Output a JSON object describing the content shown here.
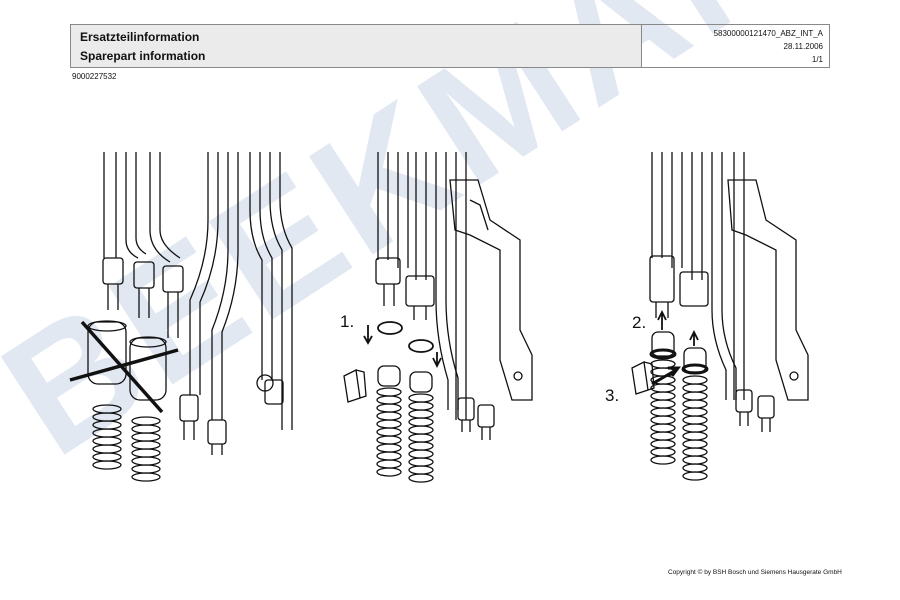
{
  "header": {
    "title_de": "Ersatzteilinformation",
    "title_en": "Sparepart information",
    "doc_id": "58300000121470_ABZ_INT_A",
    "date": "28.11.2006",
    "page": "1/1"
  },
  "part_number": "9000227532",
  "watermark": "BEEKMAN",
  "steps": [
    "1.",
    "2.",
    "3."
  ],
  "copyright": "Copyright © by BSH Bosch und Siemens Hausgerate GmbH"
}
